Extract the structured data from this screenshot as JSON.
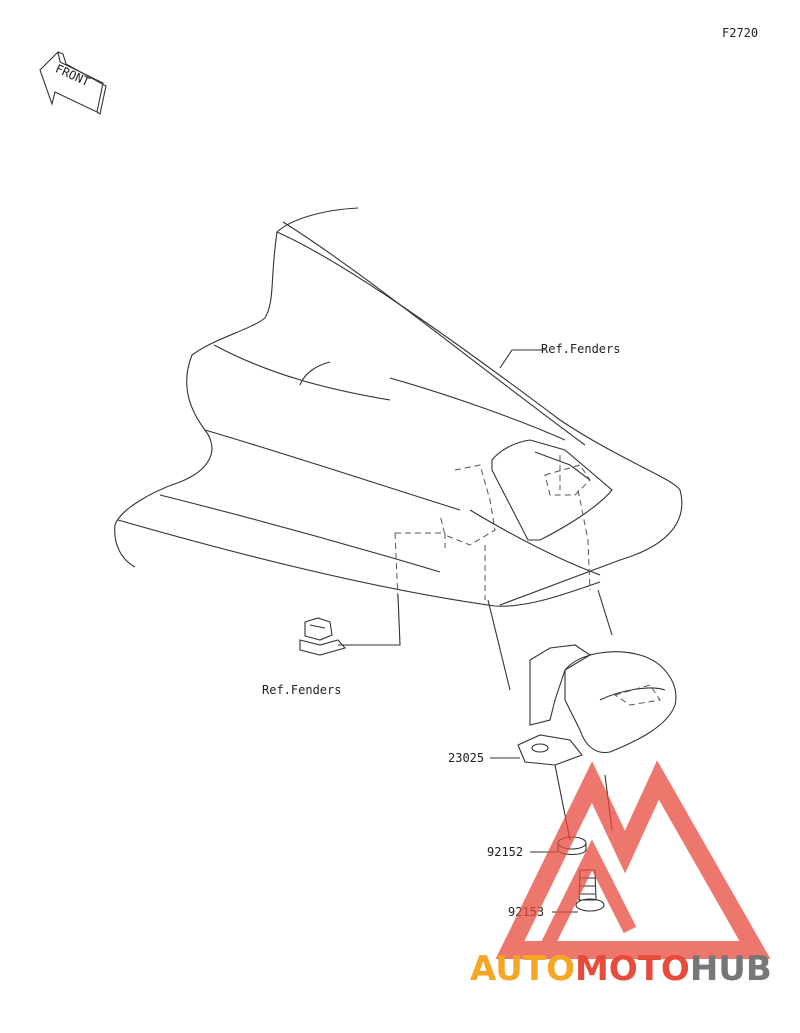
{
  "figure_code": "F2720",
  "front_arrow_text": "FRONT",
  "labels": {
    "ref_fenders_top": "Ref.Fenders",
    "ref_fenders_left": "Ref.Fenders",
    "part_23025": "23025",
    "part_92152": "92152",
    "part_92153": "92153"
  },
  "watermark": {
    "part1": "AUTO",
    "part2": "MOTO",
    "part3": "HUB",
    "color_orange": "#f5a623",
    "color_red": "#e84a3c",
    "color_gray": "#777777"
  }
}
